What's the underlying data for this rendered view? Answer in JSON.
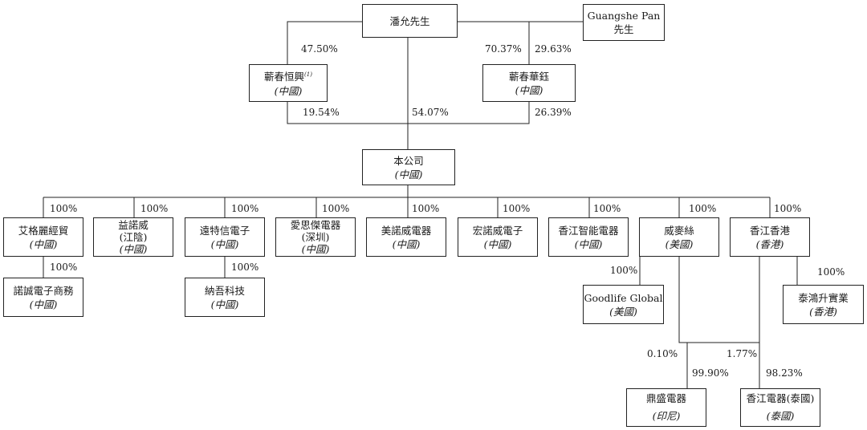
{
  "entities": {
    "pan_yun": {
      "name": "潘允先生"
    },
    "guangshe_pan": {
      "name": "Guangshe Pan",
      "title": "先生"
    },
    "qichun_hengxing": {
      "name": "蘄春恒興",
      "note": "(1)",
      "location": "(中國)"
    },
    "qichun_huayu": {
      "name": "蘄春華鈺",
      "location": "(中國)"
    },
    "company": {
      "name": "本公司",
      "location": "(中國)"
    },
    "ailili": {
      "name": "艾格麗經貿",
      "location": "(中國)"
    },
    "yinuowei": {
      "name": "益諾威",
      "location": "(江陰)",
      "location2": "(中國)"
    },
    "yuante": {
      "name": "遠特信電子",
      "location": "(中國)"
    },
    "aisijie": {
      "name": "愛思傑電器",
      "location": "(深圳)",
      "location2": "(中國)"
    },
    "meinuowei": {
      "name": "美諾威電器",
      "location": "(中國)"
    },
    "hongnuowei": {
      "name": "宏諾威電子",
      "location": "(中國)"
    },
    "xiangjiang_smart": {
      "name": "香江智能電器",
      "location": "(中國)"
    },
    "weimaisi": {
      "name": "威麥絲",
      "location": "(美國)"
    },
    "xiangjiang_hk": {
      "name": "香江香港",
      "location": "(香港)"
    },
    "nuocheng": {
      "name": "諾誠電子商務",
      "location": "(中國)"
    },
    "nawu": {
      "name": "納吾科技",
      "location": "(中國)"
    },
    "goodlife": {
      "name": "Goodlife Global",
      "location": "(美國)"
    },
    "taihong": {
      "name": "泰鴻升實業",
      "location": "(香港)"
    },
    "dingsheng": {
      "name": "鼎盛電器",
      "location": "(印尼)"
    },
    "xiangjiang_th": {
      "name": "香江電器(泰國)",
      "location": "(泰國)"
    }
  },
  "percentages": {
    "pan_to_hengxing": "47.50%",
    "pan_to_huayu": "70.37%",
    "guangshe_to_huayu": "29.63%",
    "hengxing_to_company": "19.54%",
    "pan_to_company": "54.07%",
    "huayu_to_company": "26.39%",
    "company_to_ailili": "100%",
    "company_to_yinuowei": "100%",
    "company_to_yuante": "100%",
    "company_to_aisijie": "100%",
    "company_to_meinuowei": "100%",
    "company_to_hongnuowei": "100%",
    "company_to_xiangjiang_smart": "100%",
    "company_to_weimaisi": "100%",
    "company_to_xiangjiang_hk": "100%",
    "ailili_to_nuocheng": "100%",
    "yuante_to_nawu": "100%",
    "weimaisi_to_goodlife": "100%",
    "hk_to_taihong": "100%",
    "weimaisi_to_dingsheng": "0.10%",
    "hk_to_dingsheng": "99.90%",
    "weimaisi_to_th": "1.77%",
    "hk_to_th": "98.23%"
  }
}
